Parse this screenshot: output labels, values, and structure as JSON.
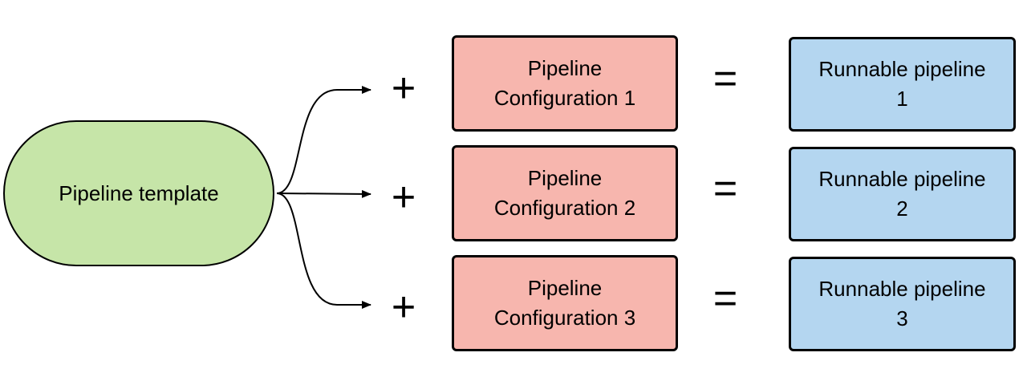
{
  "template": {
    "label": "Pipeline template",
    "color": "#c6e5a8"
  },
  "operators": {
    "plus": "+",
    "equals": "="
  },
  "rows": [
    {
      "config_line1": "Pipeline",
      "config_line2": "Configuration 1",
      "runnable_line1": "Runnable pipeline",
      "runnable_line2": "1"
    },
    {
      "config_line1": "Pipeline",
      "config_line2": "Configuration 2",
      "runnable_line1": "Runnable pipeline",
      "runnable_line2": "2"
    },
    {
      "config_line1": "Pipeline",
      "config_line2": "Configuration 3",
      "runnable_line1": "Runnable pipeline",
      "runnable_line2": "3"
    }
  ],
  "colors": {
    "configuration": "#f7b6ae",
    "runnable": "#b4d6f0",
    "stroke": "#000000"
  }
}
